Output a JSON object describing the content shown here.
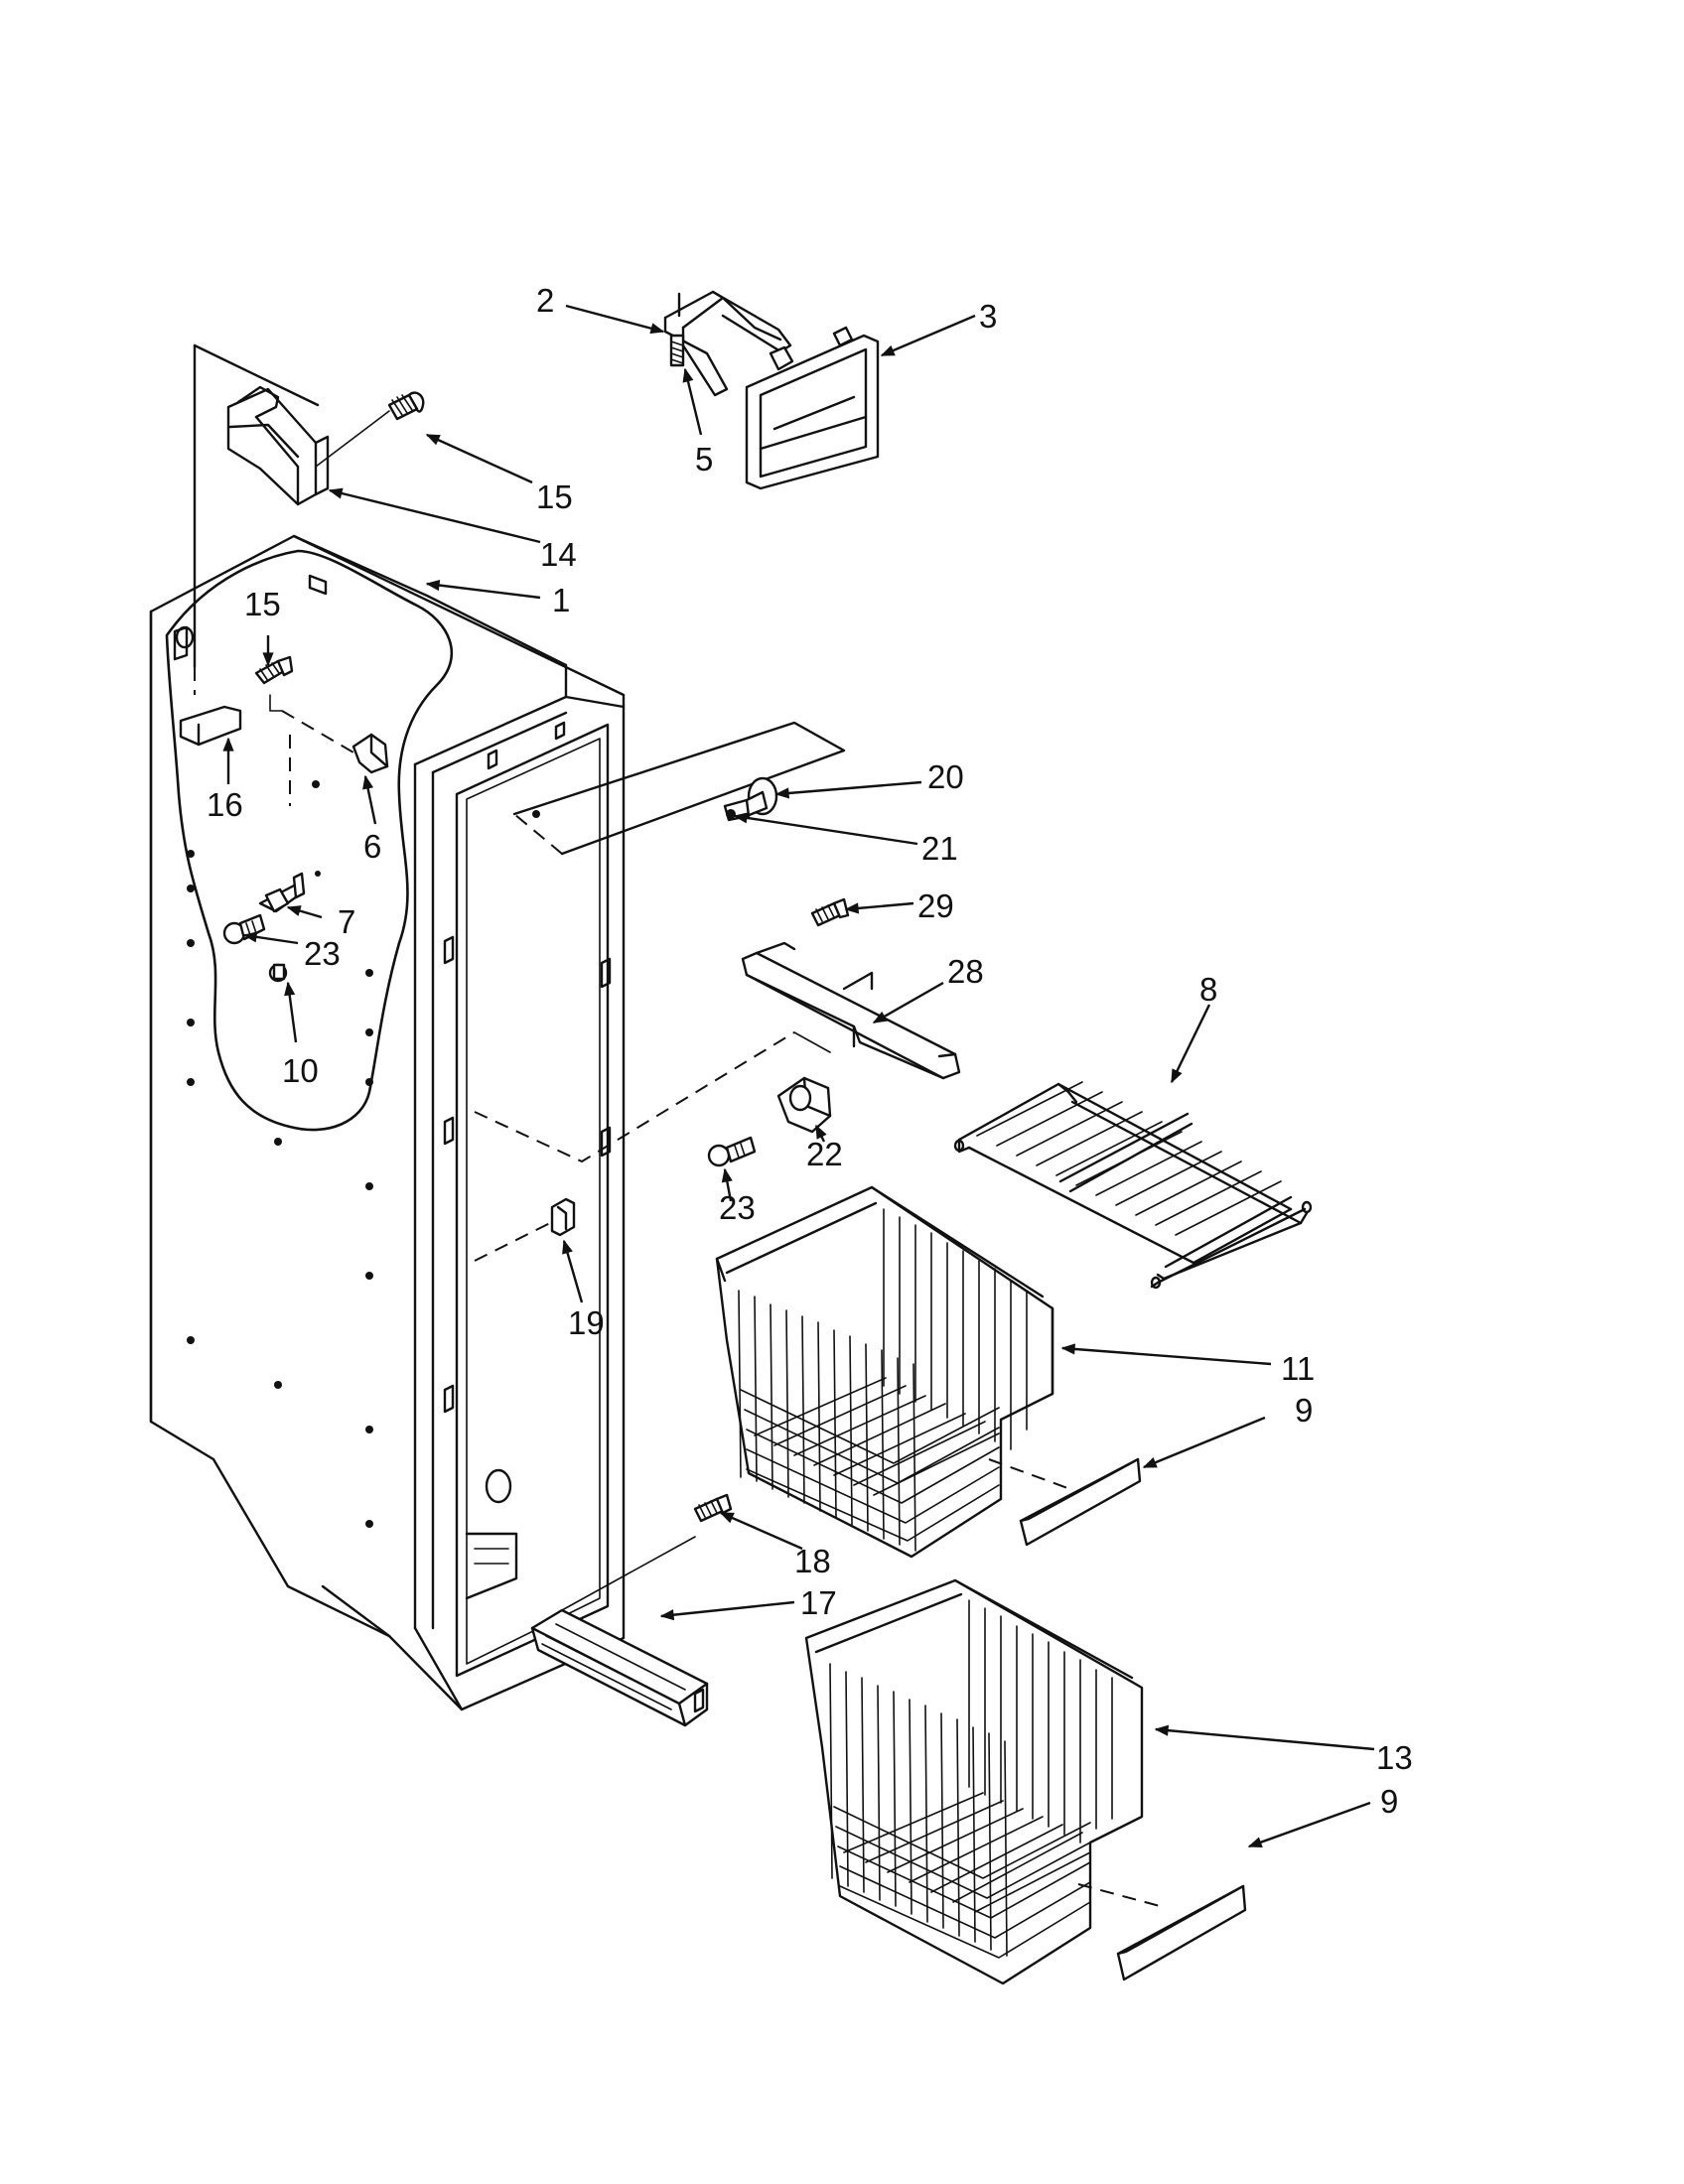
{
  "callouts": [
    {
      "key": "c1",
      "text": "1"
    },
    {
      "key": "c2",
      "text": "2"
    },
    {
      "key": "c3",
      "text": "3"
    },
    {
      "key": "c5",
      "text": "5"
    },
    {
      "key": "c6",
      "text": "6"
    },
    {
      "key": "c7",
      "text": "7"
    },
    {
      "key": "c8",
      "text": "8"
    },
    {
      "key": "c9a",
      "text": "9"
    },
    {
      "key": "c9b",
      "text": "9"
    },
    {
      "key": "c10",
      "text": "10"
    },
    {
      "key": "c11",
      "text": "11"
    },
    {
      "key": "c13",
      "text": "13"
    },
    {
      "key": "c14",
      "text": "14"
    },
    {
      "key": "c15a",
      "text": "15"
    },
    {
      "key": "c15b",
      "text": "15"
    },
    {
      "key": "c16",
      "text": "16"
    },
    {
      "key": "c17",
      "text": "17"
    },
    {
      "key": "c18",
      "text": "18"
    },
    {
      "key": "c19",
      "text": "19"
    },
    {
      "key": "c20",
      "text": "20"
    },
    {
      "key": "c21",
      "text": "21"
    },
    {
      "key": "c22",
      "text": "22"
    },
    {
      "key": "c23a",
      "text": "23"
    },
    {
      "key": "c23b",
      "text": "23"
    },
    {
      "key": "c28",
      "text": "28"
    },
    {
      "key": "c29",
      "text": "29"
    }
  ],
  "colors": {
    "line": "#111111",
    "background": "#ffffff"
  }
}
